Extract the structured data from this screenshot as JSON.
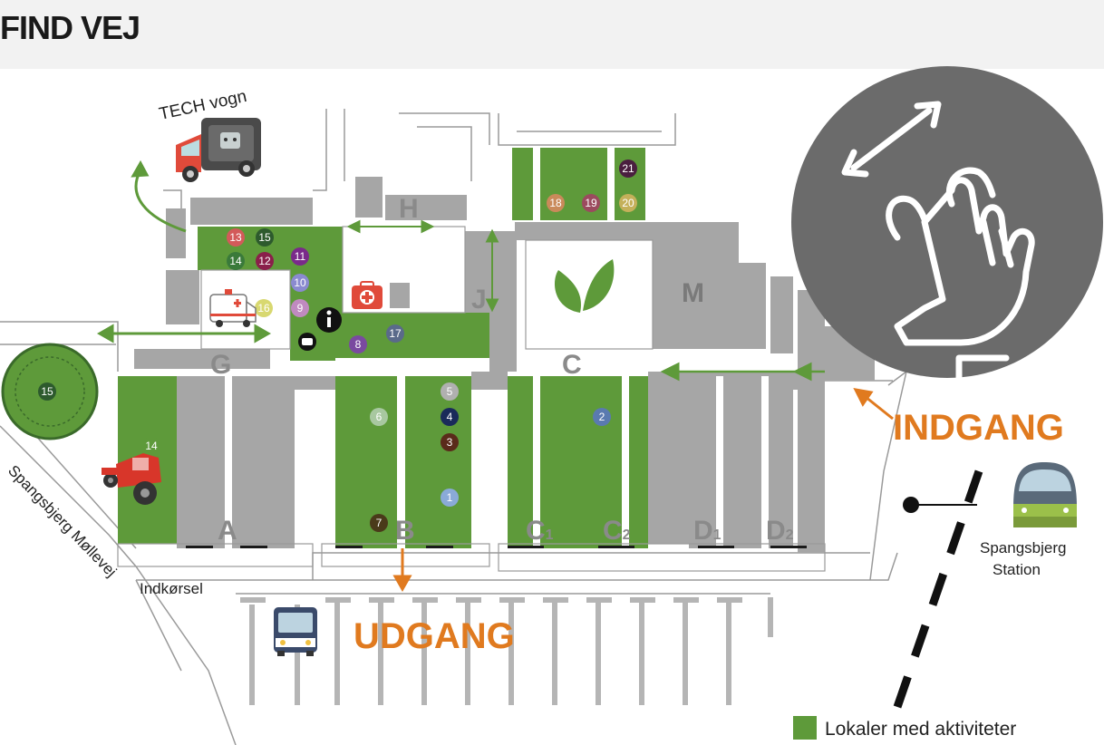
{
  "header": {
    "title": "FIND VEJ"
  },
  "map": {
    "buildings": [
      "A",
      "B",
      "C",
      "C₁",
      "C₂",
      "D₁",
      "D₂",
      "G",
      "H",
      "J",
      "M"
    ],
    "labels": {
      "tech_vogn": "TECH vogn",
      "indgang": "INDGANG",
      "udgang": "UDGANG",
      "indkorsel": "Indkørsel",
      "road": "Spangsbjerg Møllevej",
      "station_line1": "Spangsbjerg",
      "station_line2": "Station"
    },
    "markers": [
      {
        "n": "21",
        "color": "#4a1f3f"
      },
      {
        "n": "18",
        "color": "#c98a5a"
      },
      {
        "n": "19",
        "color": "#9b4a5e"
      },
      {
        "n": "20",
        "color": "#c4b05a"
      },
      {
        "n": "13",
        "color": "#d35a5a"
      },
      {
        "n": "15",
        "color": "#2d5a2d"
      },
      {
        "n": "14",
        "color": "#3a7a3a"
      },
      {
        "n": "12",
        "color": "#8a1f4a"
      },
      {
        "n": "11",
        "color": "#7a2a8a"
      },
      {
        "n": "10",
        "color": "#8a8ad0"
      },
      {
        "n": "9",
        "color": "#c08ac0"
      },
      {
        "n": "16",
        "color": "#d8d870"
      },
      {
        "n": "8",
        "color": "#7a4aa0"
      },
      {
        "n": "17",
        "color": "#5a6a8a"
      },
      {
        "n": "5",
        "color": "#b0b0b0"
      },
      {
        "n": "6",
        "color": "#a8c8a0"
      },
      {
        "n": "4",
        "color": "#1a2a5a"
      },
      {
        "n": "3",
        "color": "#5a2a1a"
      },
      {
        "n": "2",
        "color": "#5a7ab0"
      },
      {
        "n": "1",
        "color": "#8aaad8"
      },
      {
        "n": "7",
        "color": "#4a3a1a"
      },
      {
        "n": "15",
        "color": "#2d5a2d"
      },
      {
        "n": "14",
        "color": "#3a7a3a"
      }
    ]
  },
  "legend": {
    "label": "Lokaler med aktiviteter",
    "color": "#5e9a3a"
  },
  "colors": {
    "green": "#5e9a3a",
    "building": "#a6a6a6",
    "accent": "#e07a1f",
    "gesture": "#6b6b6b"
  },
  "icons": [
    "tech-van-icon",
    "first-aid-icon",
    "info-icon",
    "ambulance-icon",
    "leaf-icon",
    "tractor-icon",
    "bus-icon",
    "train-icon",
    "pinch-zoom-hand-icon"
  ]
}
